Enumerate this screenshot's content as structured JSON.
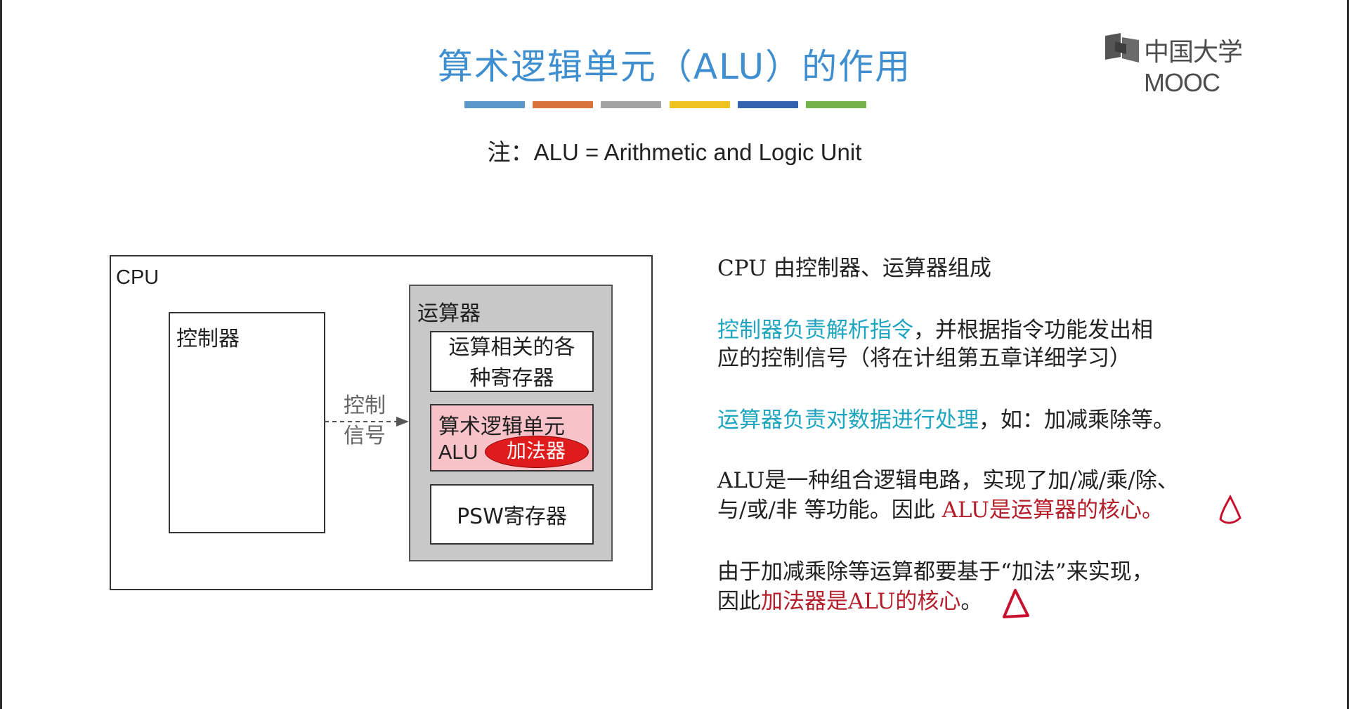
{
  "header": {
    "title": "算术逻辑单元（ALU）的作用",
    "note": "注：ALU = Arithmetic and Logic Unit",
    "color_bars": [
      "#5b96c9",
      "#d9733a",
      "#a3a3a3",
      "#efc21f",
      "#3463ad",
      "#72b246"
    ]
  },
  "logo": {
    "text": "中国大学MOOC",
    "icon": "mooc-book-icon"
  },
  "diagram": {
    "cpu_label": "CPU",
    "controller_label": "控制器",
    "signal_label_line1": "控制",
    "signal_label_line2": "信号",
    "alu_unit_label": "运算器",
    "registers_line1": "运算相关的各",
    "registers_line2": "种寄存器",
    "alu_line1": "算术逻辑单元",
    "alu_line2": "ALU",
    "adder_label": "加法器",
    "psw_label": "PSW寄存器"
  },
  "content": {
    "p1": "CPU 由控制器、运算器组成",
    "p2_cyan": "控制器负责解析指令",
    "p2_rest": "，并根据指令功能发出相",
    "p2_line2": "应的控制信号（将在计组第五章详细学习）",
    "p3_cyan": "运算器负责对数据进行处理",
    "p3_rest": "，如：加减乘除等。",
    "p4_line1": "ALU是一种组合逻辑电路，实现了加/减/乘/除、",
    "p4_line2_pre": "与/或/非 等功能。因此 ",
    "p4_line2_red": "ALU是运算器的核心。",
    "p5_line1": "由于加减乘除等运算都要基于“加法”来实现，",
    "p5_line2_pre": "因此",
    "p5_line2_red": "加法器是ALU的核心",
    "p5_line2_end": "。",
    "marks": [
      "triangle-mark-icon",
      "triangle-mark-icon"
    ]
  }
}
